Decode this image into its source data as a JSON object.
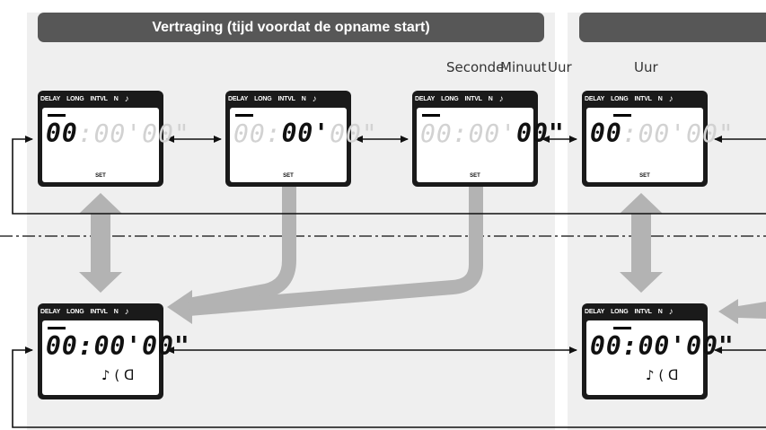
{
  "header_left": "Vertraging (tijd voordat de opname start)",
  "header_right": "",
  "unit_labels": {
    "sec": "Seconde",
    "min": "Minuut",
    "hour1": "Uur",
    "hour2": "Uur"
  },
  "lcd_top": {
    "delay": "DELAY",
    "long": "LONG",
    "intvl": "INTVL",
    "n": "N",
    "note_icon": "♪"
  },
  "lcd_set_label": "SET",
  "lcd_bracket_text": "♪ (      ᗡ",
  "digits": {
    "hh": "00",
    "mm": "00",
    "ss": "00",
    "sep1": ":",
    "sep2": "'",
    "sep3": "\""
  },
  "colors": {
    "panel": "#efefef",
    "header": "#575757",
    "arrow_gray": "#b3b3b3",
    "line": "#111111"
  }
}
